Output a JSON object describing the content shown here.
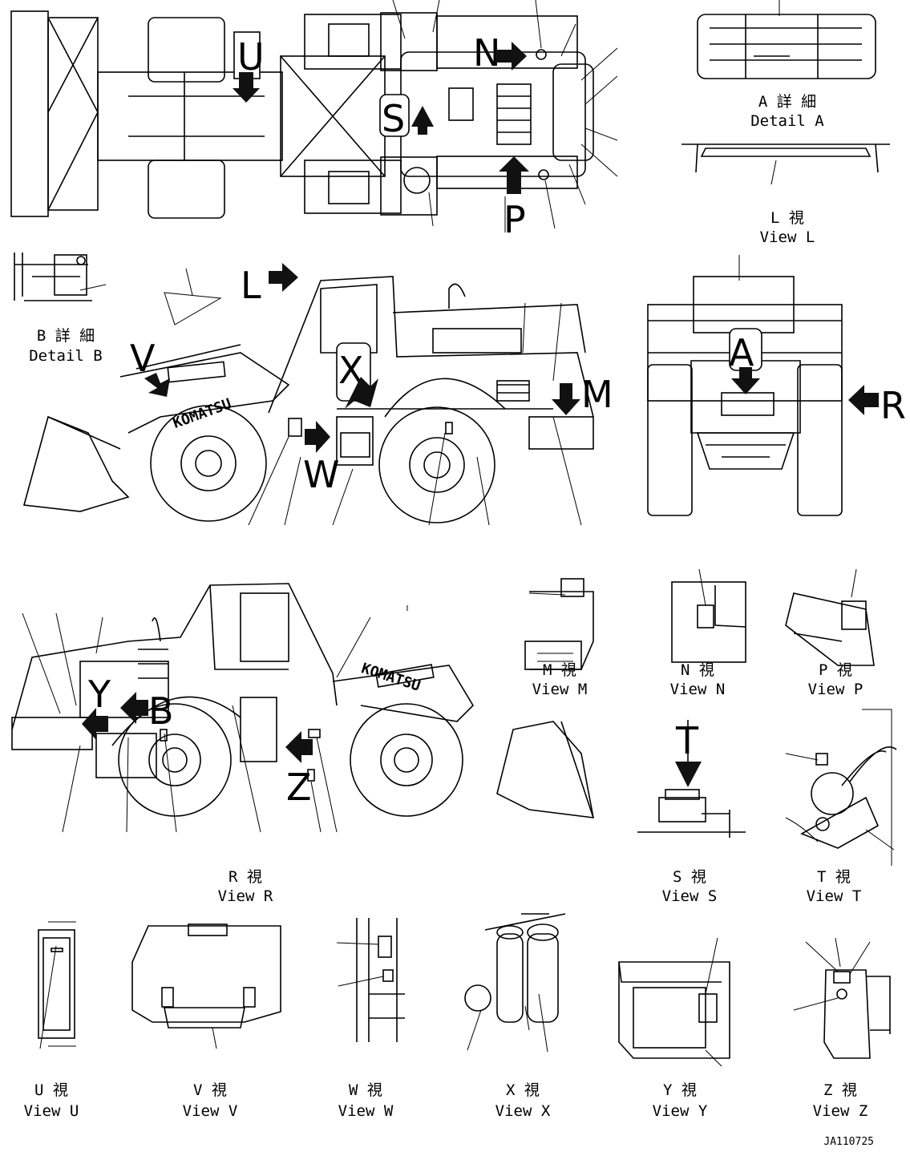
{
  "labels": {
    "top_view": {
      "U": "U",
      "N": "N",
      "S": "S",
      "P": "P"
    },
    "side_left": {
      "L": "L",
      "V": "V",
      "X": "X",
      "M": "M",
      "W": "W",
      "brand": "KOMATSU"
    },
    "front_view": {
      "A": "A",
      "R": "R"
    },
    "side_right": {
      "Y": "Y",
      "B": "B",
      "Z": "Z",
      "brand": "KOMATSU"
    },
    "view_t": {
      "T": "T"
    }
  },
  "captions": [
    {
      "id": "detail-a",
      "jp": "A 詳 細",
      "en": "Detail A"
    },
    {
      "id": "view-l",
      "jp": "L 視",
      "en": "View L"
    },
    {
      "id": "detail-b",
      "jp": "B 詳 細",
      "en": "Detail B"
    },
    {
      "id": "view-m",
      "jp": "M 視",
      "en": "View M"
    },
    {
      "id": "view-n",
      "jp": "N 視",
      "en": "View N"
    },
    {
      "id": "view-p",
      "jp": "P 視",
      "en": "View P"
    },
    {
      "id": "view-r",
      "jp": "R 視",
      "en": "View R"
    },
    {
      "id": "view-s",
      "jp": "S 視",
      "en": "View S"
    },
    {
      "id": "view-t",
      "jp": "T 視",
      "en": "View T"
    },
    {
      "id": "view-u",
      "jp": "U 視",
      "en": "View U"
    },
    {
      "id": "view-v",
      "jp": "V 視",
      "en": "View V"
    },
    {
      "id": "view-w",
      "jp": "W 視",
      "en": "View W"
    },
    {
      "id": "view-x",
      "jp": "X 視",
      "en": "View X"
    },
    {
      "id": "view-y",
      "jp": "Y 視",
      "en": "View Y"
    },
    {
      "id": "view-z",
      "jp": "Z 視",
      "en": "View Z"
    }
  ],
  "drawing_ref": "JA110725"
}
